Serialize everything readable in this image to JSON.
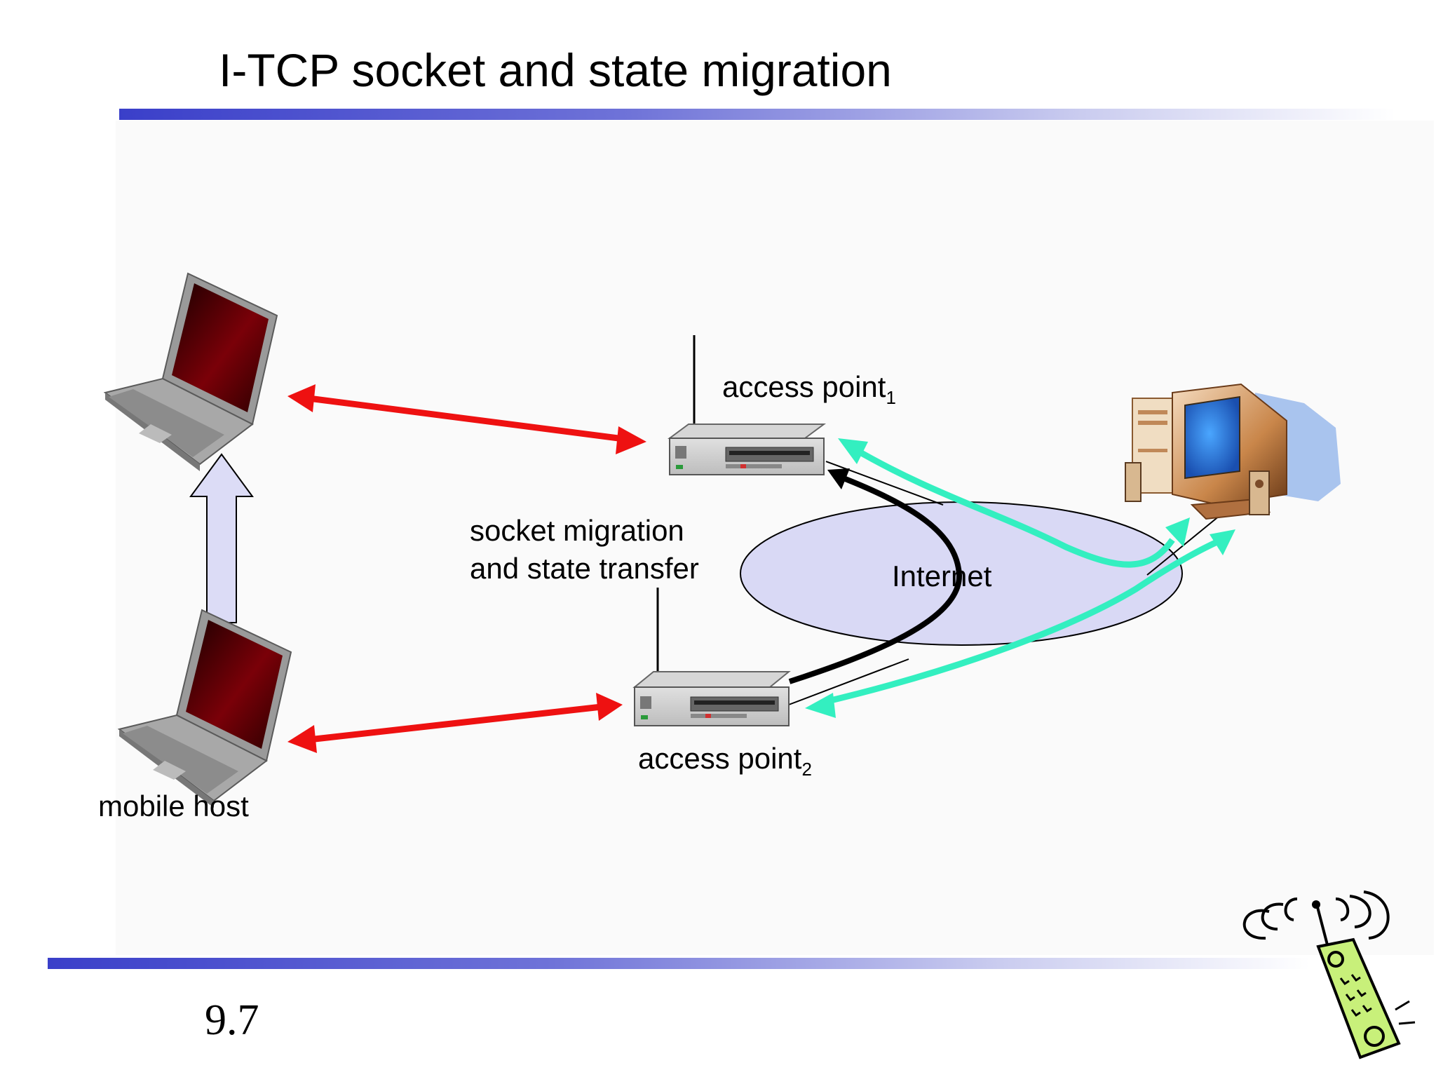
{
  "title": "I-TCP socket and state migration",
  "labels": {
    "ap1_main": "access point",
    "ap1_sub": "1",
    "ap2_main": "access point",
    "ap2_sub": "2",
    "migration_line1": "socket migration",
    "migration_line2": "and state transfer",
    "internet": "Internet",
    "mobile_host": "mobile host"
  },
  "slide_number": "9.7",
  "colors": {
    "title_rule": "#3a3fc9",
    "wireless_link": "#ee1111",
    "tcp_connection": "#33efc0",
    "migration": "#000000",
    "internet_cloud": "#d9d9f5",
    "handover_arrow": "#dcdcf6"
  },
  "icons": [
    "laptop-icon",
    "router-icon",
    "desktop-computer-icon",
    "cell-phone-icon"
  ]
}
